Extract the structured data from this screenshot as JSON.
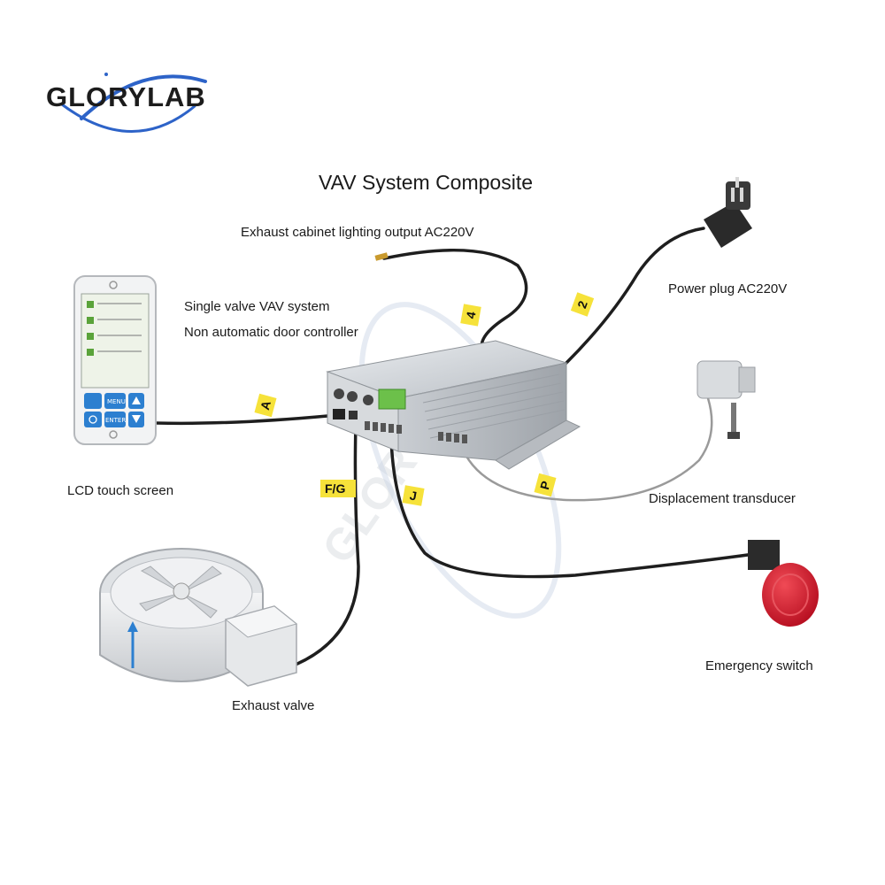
{
  "logo": {
    "text": "GLORYLAB"
  },
  "watermark": {
    "text": "GLORYLAB"
  },
  "title": "VAV System Composite",
  "labels": {
    "lighting_output": "Exhaust cabinet lighting output AC220V",
    "power_plug": "Power plug AC220V",
    "single_valve": "Single valve VAV system",
    "non_auto_door": "Non automatic door controller",
    "lcd_screen": "LCD touch screen",
    "displacement": "Displacement transducer",
    "emergency": "Emergency switch",
    "exhaust_valve": "Exhaust valve"
  },
  "tags": {
    "a": "A",
    "four": "4",
    "two": "2",
    "fg": "F/G",
    "j": "J",
    "p": "P"
  },
  "lcd_buttons": {
    "menu": "MENU",
    "enter": "ENTER"
  },
  "colors": {
    "tag_yellow": "#f6e23a",
    "cable": "#1e1e1e",
    "emergency_red": "#d8152a",
    "terminal_green": "#6cc04a",
    "lcd_blue": "#2c7fd0",
    "logo_blue": "#2d63c8"
  }
}
